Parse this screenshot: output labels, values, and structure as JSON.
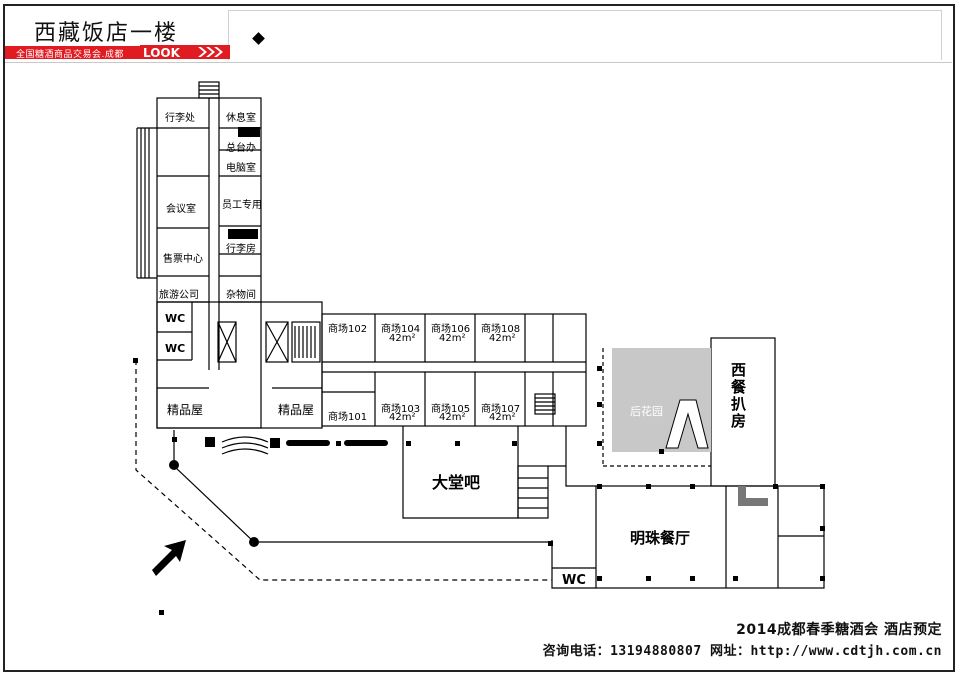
{
  "header": {
    "title": "西藏饭店一楼",
    "subtitle": "全国糖酒商品交易会.成都",
    "logo_text": "LOOK"
  },
  "rooms": {
    "luggage_office": "行李处",
    "lounge": "休息室",
    "front_desk_office": "总台办",
    "computer_room": "电脑室",
    "meeting_room": "会议室",
    "staff_only": "员工专用",
    "ticket_center": "售票中心",
    "luggage_room": "行李房",
    "travel_agency": "旅游公司",
    "storage_room": "杂物间",
    "wc_1": "WC",
    "wc_2": "WC",
    "boutique_left": "精品屋",
    "boutique_right": "精品屋",
    "shop_102": "商场102",
    "shop_104": "商场104",
    "shop_104_area": "42m²",
    "shop_106": "商场106",
    "shop_106_area": "42m²",
    "shop_108": "商场108",
    "shop_108_area": "42m²",
    "shop_101": "商场101",
    "shop_103": "商场103",
    "shop_103_area": "42m²",
    "shop_105": "商场105",
    "shop_105_area": "42m²",
    "shop_107": "商场107",
    "shop_107_area": "42m²",
    "lobby_bar": "大堂吧",
    "garden": "后花园",
    "western_restaurant": "西餐扒房",
    "pearl_restaurant": "明珠餐厅",
    "wc_3": "WC"
  },
  "footer": {
    "event": "2014成都春季糖酒会  酒店预定",
    "contact": "咨询电话：13194880807   网址：http://www.cdtjh.com.cn"
  },
  "colors": {
    "brand_red": "#e11b22",
    "garden_gray": "#c8c8c8",
    "line": "#000000"
  }
}
